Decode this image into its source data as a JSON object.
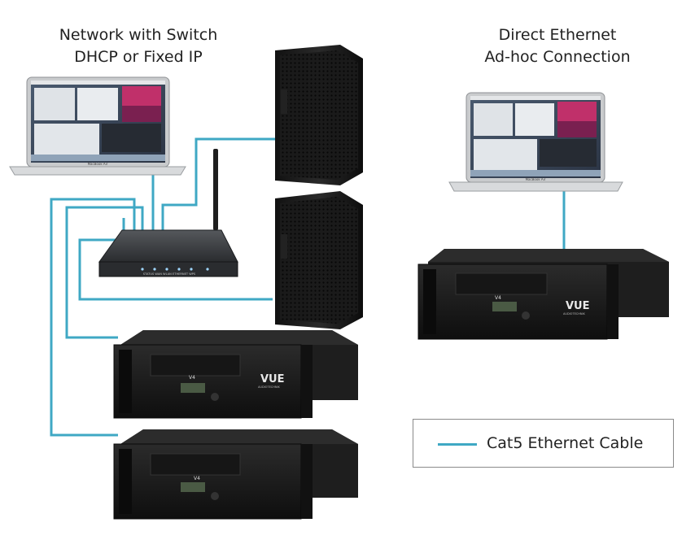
{
  "headings": {
    "left_line1": "Network with Switch",
    "left_line2": "DHCP or Fixed IP",
    "right_line1": "Direct Ethernet",
    "right_line2": "Ad-hoc Connection"
  },
  "legend": {
    "label": "Cat5 Ethernet Cable",
    "color": "#3fa8c4"
  },
  "devices": {
    "laptop_brand": "MacBook Air",
    "router_panel": "STATUS  WAN  WLAN        ETHERNET              WPS",
    "amp_brand_line1": "VUE",
    "amp_brand_line2": "AUDIOTECHNIK",
    "amp_model": "V4"
  },
  "colors": {
    "cable": "#3fa8c4",
    "device_body": "#1b1b1b",
    "laptop_frame": "#c9cbcd",
    "router_body": "#3b3d40"
  }
}
